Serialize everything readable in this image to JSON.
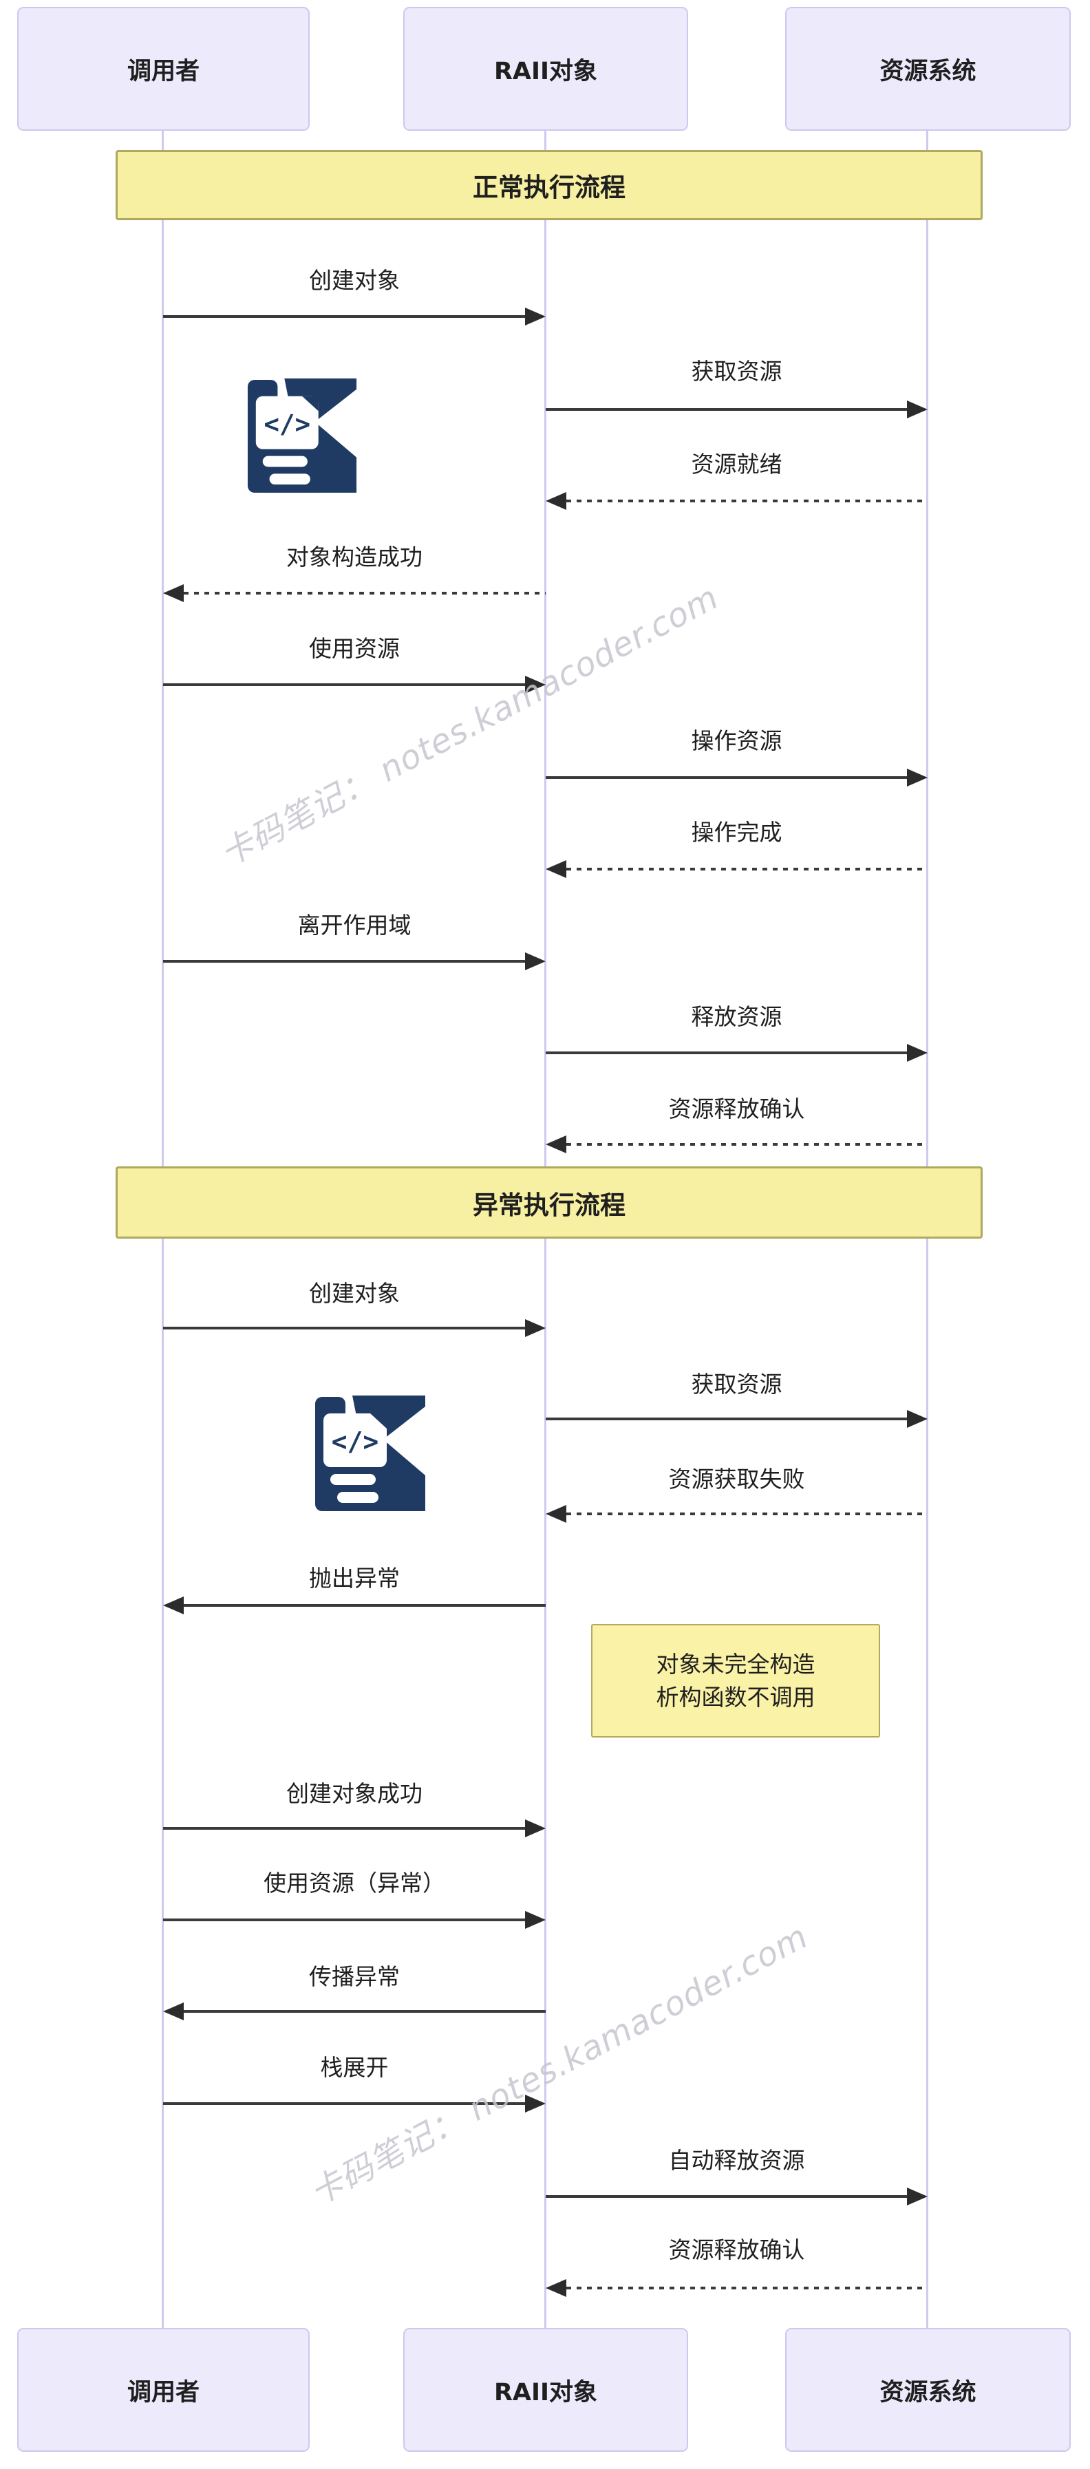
{
  "participants": [
    {
      "name": "调用者"
    },
    {
      "name": "RAII对象"
    },
    {
      "name": "资源系统"
    }
  ],
  "sections": [
    {
      "title": "正常执行流程"
    },
    {
      "title": "异常执行流程"
    }
  ],
  "messages": [
    {
      "label": "创建对象",
      "from": "调用者",
      "to": "RAII对象",
      "line": "solid",
      "direction": "right"
    },
    {
      "label": "获取资源",
      "from": "RAII对象",
      "to": "资源系统",
      "line": "solid",
      "direction": "right"
    },
    {
      "label": "资源就绪",
      "from": "资源系统",
      "to": "RAII对象",
      "line": "dashed",
      "direction": "left"
    },
    {
      "label": "对象构造成功",
      "from": "RAII对象",
      "to": "调用者",
      "line": "dashed",
      "direction": "left"
    },
    {
      "label": "使用资源",
      "from": "调用者",
      "to": "RAII对象",
      "line": "solid",
      "direction": "right"
    },
    {
      "label": "操作资源",
      "from": "RAII对象",
      "to": "资源系统",
      "line": "solid",
      "direction": "right"
    },
    {
      "label": "操作完成",
      "from": "资源系统",
      "to": "RAII对象",
      "line": "dashed",
      "direction": "left"
    },
    {
      "label": "离开作用域",
      "from": "调用者",
      "to": "RAII对象",
      "line": "solid",
      "direction": "right"
    },
    {
      "label": "释放资源",
      "from": "RAII对象",
      "to": "资源系统",
      "line": "solid",
      "direction": "right"
    },
    {
      "label": "资源释放确认",
      "from": "资源系统",
      "to": "RAII对象",
      "line": "dashed",
      "direction": "left"
    },
    {
      "label": "创建对象",
      "from": "调用者",
      "to": "RAII对象",
      "line": "solid",
      "direction": "right"
    },
    {
      "label": "获取资源",
      "from": "RAII对象",
      "to": "资源系统",
      "line": "solid",
      "direction": "right"
    },
    {
      "label": "资源获取失败",
      "from": "资源系统",
      "to": "RAII对象",
      "line": "dashed",
      "direction": "left"
    },
    {
      "label": "抛出异常",
      "from": "RAII对象",
      "to": "调用者",
      "line": "solid",
      "direction": "left"
    },
    {
      "label": "创建对象成功",
      "from": "调用者",
      "to": "RAII对象",
      "line": "solid",
      "direction": "right"
    },
    {
      "label": "使用资源（异常）",
      "from": "调用者",
      "to": "RAII对象",
      "line": "solid",
      "direction": "right"
    },
    {
      "label": "传播异常",
      "from": "RAII对象",
      "to": "调用者",
      "line": "solid",
      "direction": "left"
    },
    {
      "label": "栈展开",
      "from": "调用者",
      "to": "RAII对象",
      "line": "solid",
      "direction": "right"
    },
    {
      "label": "自动释放资源",
      "from": "RAII对象",
      "to": "资源系统",
      "line": "solid",
      "direction": "right"
    },
    {
      "label": "资源释放确认",
      "from": "资源系统",
      "to": "RAII对象",
      "line": "dashed",
      "direction": "left"
    }
  ],
  "note": {
    "line1": "对象未完全构造",
    "line2": "析构函数不调用"
  },
  "watermark": {
    "text": "卡码笔记： notes.kamacoder.com"
  },
  "logo": {
    "code_glyph": "</>"
  },
  "colors": {
    "actor-fill": "#eceafb",
    "actor-border": "#cfc8ee",
    "banner-fill": "#f7f0a3",
    "banner-border": "#aea95e",
    "note-fill": "#faf2a6",
    "note-border": "#b0ab5c",
    "arrow": "#3a3a3a",
    "arrowhead": "#2c2c2c",
    "lifeline": "#d0c9ef",
    "text": "#1f1f1f",
    "logo-navy": "#1f3b63",
    "watermark": "#c6c6cf"
  }
}
